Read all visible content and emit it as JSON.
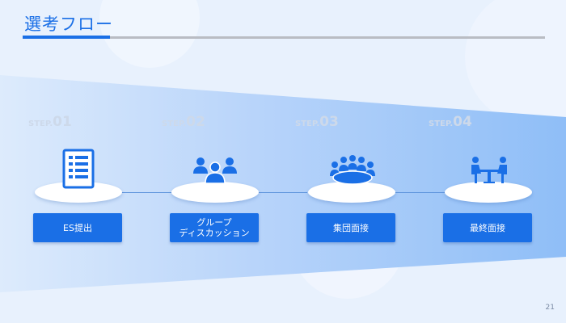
{
  "title": "選考フロー",
  "page_number": "21",
  "steps": [
    {
      "step_word": "STEP.",
      "step_num": "01",
      "label": "ES提出",
      "icon": "document-list-icon"
    },
    {
      "step_word": "STEP.",
      "step_num": "02",
      "label_line1": "グループ",
      "label_line2": "ディスカッション",
      "icon": "group-people-icon"
    },
    {
      "step_word": "STEP.",
      "step_num": "03",
      "label": "集団面接",
      "icon": "group-meeting-icon"
    },
    {
      "step_word": "STEP.",
      "step_num": "04",
      "label": "最終面接",
      "icon": "one-on-one-interview-icon"
    }
  ],
  "colors": {
    "accent": "#1a6fe6",
    "band_light": "#ddebfc",
    "band_dark": "#8fbef7",
    "background": "#e8f1fd"
  }
}
